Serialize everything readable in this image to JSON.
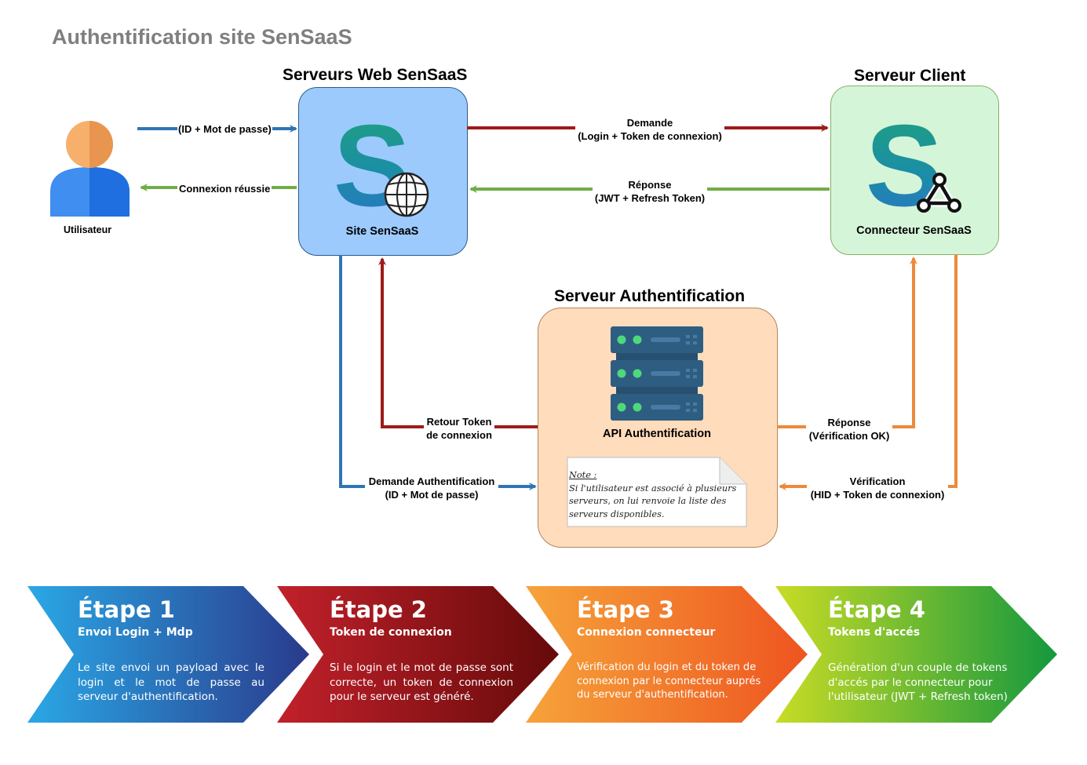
{
  "title": "Authentification site SenSaaS",
  "headers": {
    "web": "Serveurs Web SenSaaS",
    "client": "Serveur Client",
    "auth": "Serveur Authentification"
  },
  "nodes": {
    "user": "Utilisateur",
    "site": "Site SenSaaS",
    "connector": "Connecteur SenSaaS",
    "api": "API Authentification"
  },
  "edges": {
    "login": "(ID + Mot de passe)",
    "success": "Connexion réussie",
    "request_1": "Demande",
    "request_2": "(Login + Token de connexion)",
    "response_1": "Réponse",
    "response_2": "(JWT + Refresh Token)",
    "token_return_1": "Retour Token",
    "token_return_2": "de connexion",
    "auth_request_1": "Demande Authentification",
    "auth_request_2": "(ID + Mot de passe)",
    "verif_ok_1": "Réponse",
    "verif_ok_2": "(Vérification OK)",
    "verif_1": "Vérification",
    "verif_2": "(HID + Token de connexion)"
  },
  "note": {
    "title": "Note :",
    "lines": [
      "Si l'utilisateur est associé à plusieurs",
      "serveurs, on lui renvoie la liste des",
      "serveurs disponibles."
    ]
  },
  "steps": [
    {
      "title": "Étape 1",
      "subtitle": "Envoi Login + Mdp",
      "text": "Le site envoi un payload avec le login et le mot de passe au serveur d'authentification."
    },
    {
      "title": "Étape 2",
      "subtitle": "Token de connexion",
      "text": "Si le login et le mot de passe sont correcte, un token de connexion pour le serveur est généré."
    },
    {
      "title": "Étape 3",
      "subtitle": "Connexion connecteur",
      "text": "Vérification du login et du token de connexion par le connecteur auprés du serveur d'authentification."
    },
    {
      "title": "Étape 4",
      "subtitle": "Tokens d'accés",
      "text": "Génération d'un couple de tokens d'accés par le connecteur pour l'utilisateur (JWT + Refresh token)"
    }
  ],
  "colors": {
    "blue_arrow": "#2e75b6",
    "green_arrow": "#70ad47",
    "red_arrow": "#9e1b1b",
    "orange_arrow": "#ed8a3a",
    "site_box": "#9ccafd",
    "client_box": "#d5f5d8",
    "auth_box": "#ffdcbc"
  },
  "icons": {
    "user": "user-icon",
    "site": "sensaas-globe-icon",
    "connector": "sensaas-webhook-icon",
    "api": "server-stack-icon"
  }
}
